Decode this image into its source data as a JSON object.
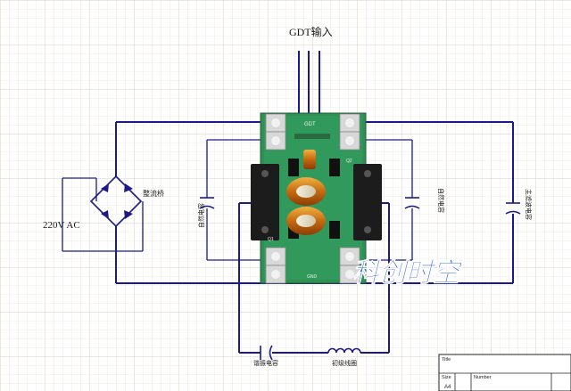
{
  "labels": {
    "gdt_input": "GDT输入",
    "ac_input": "220V AC",
    "bridge_rectifier": "整流桥",
    "bus_capacitor_left": "自然电容",
    "bus_capacitor_right": "自然电容",
    "main_filter_capacitor": "主滤波电容",
    "resonant_capacitor": "谐振电容",
    "resonant_coil": "初级线圈",
    "board_top_marking": "GDT",
    "board_marking_a": "Q1",
    "board_marking_b": "Q2",
    "board_marking_c": "GND",
    "watermark": "科创时空"
  },
  "title_block": {
    "title_label": "Title",
    "size_label": "Size",
    "size_value": "A4",
    "number_label": "Number"
  },
  "colors": {
    "wire": "#1a1a8c",
    "grid": "#e6e1d2",
    "pcb": "#2e8b57",
    "watermark": "#2b5fd9"
  }
}
